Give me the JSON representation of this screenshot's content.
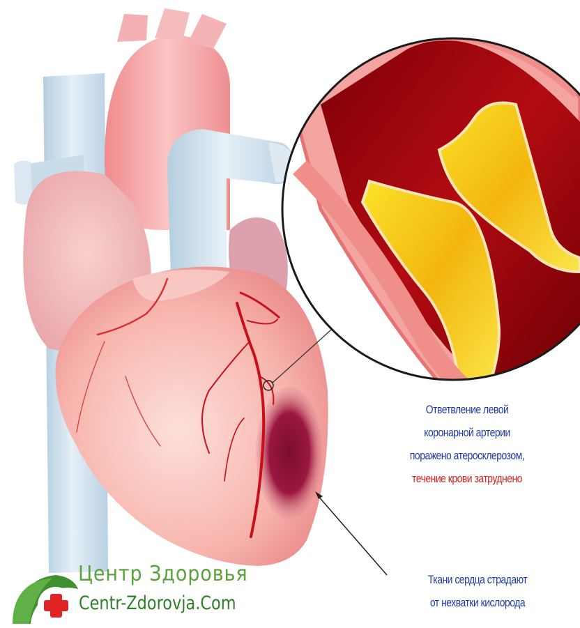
{
  "colors": {
    "caption_blue": "#1f3aa8",
    "caption_red": "#d92120",
    "brand_green": "#5aa33a",
    "brand_dark_green": "#2f7f2a",
    "brand_cross_red": "#e02424",
    "heart_pink": "#f5a5a0",
    "artery_red": "#c8101a",
    "plaque_yellow": "#f8d21c",
    "vessel_blue": "#c7dbe9"
  },
  "captions": {
    "artery": {
      "lines_blue": [
        "Ответвление левой",
        "коронарной артерии",
        "поражено атеросклерозом,"
      ],
      "line_red": "течение крови затруднено"
    },
    "tissue": {
      "lines_blue": [
        "Ткани сердца страдают",
        "от нехватки кислорода"
      ]
    }
  },
  "brand": {
    "name": "Центр Здоровья",
    "url": "Centr-Zdorovja.Com",
    "icons": [
      "leaf-icon",
      "medical-cross-icon"
    ]
  }
}
